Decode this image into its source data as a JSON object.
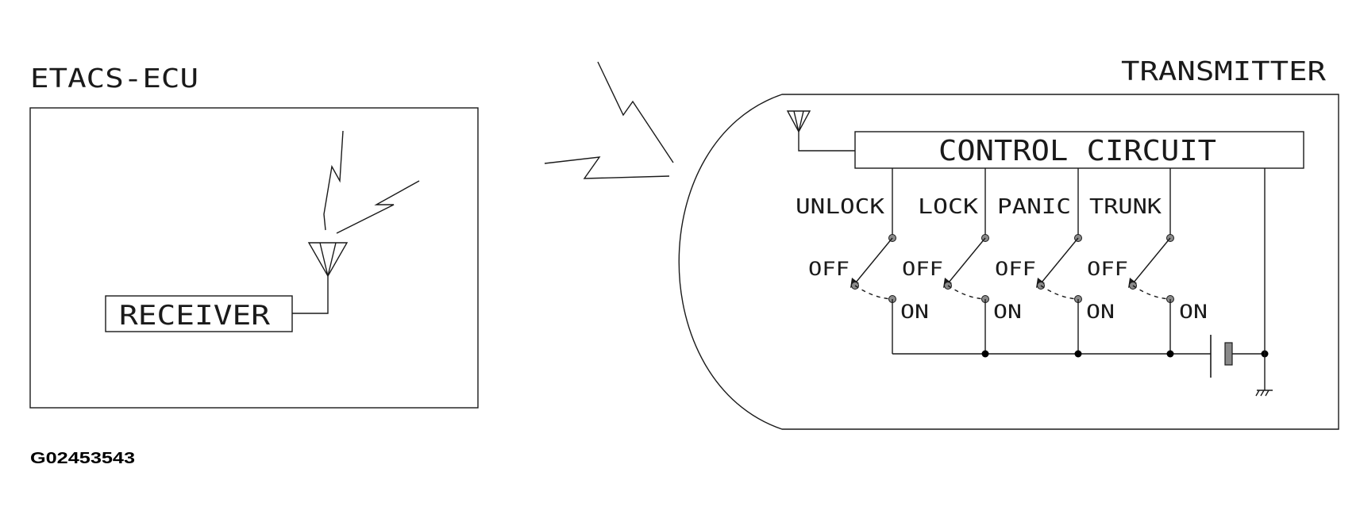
{
  "ecu": {
    "title": "ETACS-ECU",
    "receiver_label": "RECEIVER"
  },
  "transmitter": {
    "title": "TRANSMITTER",
    "control_label": "CONTROL CIRCUIT",
    "switches": [
      {
        "name": "UNLOCK",
        "off": "OFF",
        "on": "ON"
      },
      {
        "name": "LOCK",
        "off": "OFF",
        "on": "ON"
      },
      {
        "name": "PANIC",
        "off": "OFF",
        "on": "ON"
      },
      {
        "name": "TRUNK",
        "off": "OFF",
        "on": "ON"
      }
    ]
  },
  "figure_code": "G02453543"
}
